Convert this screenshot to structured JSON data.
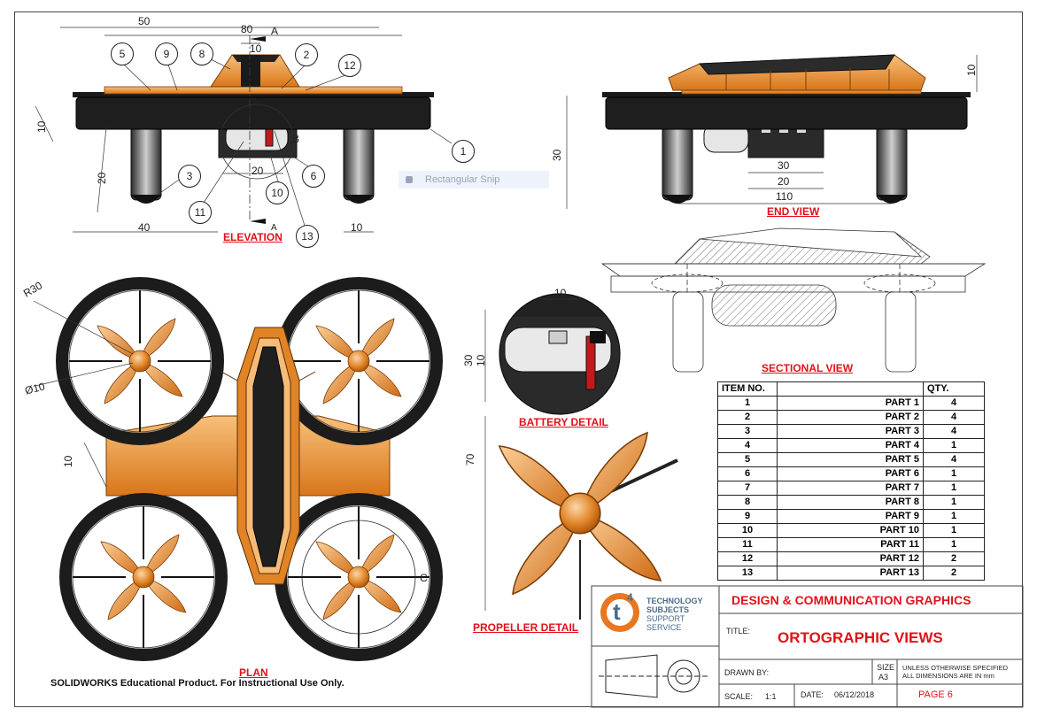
{
  "views": {
    "elevation": "ELEVATION",
    "end_view": "END VIEW",
    "sectional_view": "SECTIONAL VIEW",
    "plan": "PLAN",
    "battery_detail": "BATTERY DETAIL",
    "propeller_detail": "PROPELLER DETAIL"
  },
  "dimensions": {
    "d50": "50",
    "d80": "80",
    "d10a": "10",
    "dA": "A",
    "dA2": "A",
    "dB": "B",
    "dC": "C",
    "d10b": "10",
    "d20a": "20",
    "d20b": "20",
    "d40": "40",
    "d10c": "10",
    "d30a": "30",
    "d10d": "10",
    "d30b": "30",
    "d20c": "20",
    "d110": "110",
    "dR30": "R30",
    "dPhi10": "Ø10",
    "d10e": "10",
    "d10f": "10",
    "d30c": "30",
    "d10g": "10",
    "d70": "70"
  },
  "balloons": [
    "1",
    "2",
    "3",
    "5",
    "6",
    "8",
    "9",
    "10",
    "11",
    "12",
    "13"
  ],
  "watermark_notice": "SOLIDWORKS Educational Product. For Instructional Use Only.",
  "snip_label": "Rectangular Snip",
  "bom": {
    "headers": [
      "ITEM NO.",
      "",
      "QTY."
    ],
    "rows": [
      {
        "no": "1",
        "part": "PART 1",
        "qty": "4"
      },
      {
        "no": "2",
        "part": "PART 2",
        "qty": "4"
      },
      {
        "no": "3",
        "part": "PART 3",
        "qty": "4"
      },
      {
        "no": "4",
        "part": "PART 4",
        "qty": "1"
      },
      {
        "no": "5",
        "part": "PART 5",
        "qty": "4"
      },
      {
        "no": "6",
        "part": "PART 6",
        "qty": "1"
      },
      {
        "no": "7",
        "part": "PART 7",
        "qty": "1"
      },
      {
        "no": "8",
        "part": "PART 8",
        "qty": "1"
      },
      {
        "no": "9",
        "part": "PART 9",
        "qty": "1"
      },
      {
        "no": "10",
        "part": "PART 10",
        "qty": "1"
      },
      {
        "no": "11",
        "part": "PART 11",
        "qty": "1"
      },
      {
        "no": "12",
        "part": "PART 12",
        "qty": "2"
      },
      {
        "no": "13",
        "part": "PART 13",
        "qty": "2"
      }
    ]
  },
  "title_block": {
    "logo_mark": "t",
    "logo_sup": "4",
    "logo_line1": "TECHNOLOGY",
    "logo_line2": "SUBJECTS",
    "logo_line3": "SUPPORT",
    "logo_line4": "SERVICE",
    "subject": "DESIGN & COMMUNICATION GRAPHICS",
    "title_label": "TITLE:",
    "title": "ORTOGRAPHIC VIEWS",
    "drawn_by_label": "DRAWN BY:",
    "size_label": "SIZE",
    "size": "A3",
    "note": "UNLESS OTHERWISE SPECIFIED ALL DIMENSIONS ARE IN mm",
    "scale_label": "SCALE:",
    "scale": "1:1",
    "date_label": "DATE:",
    "date": "06/12/2018",
    "page": "PAGE 6"
  },
  "colors": {
    "accent_red": "#e1111b",
    "orange": "#e8892b",
    "dark": "#1e1e1e",
    "logo_orange": "#e87722"
  }
}
